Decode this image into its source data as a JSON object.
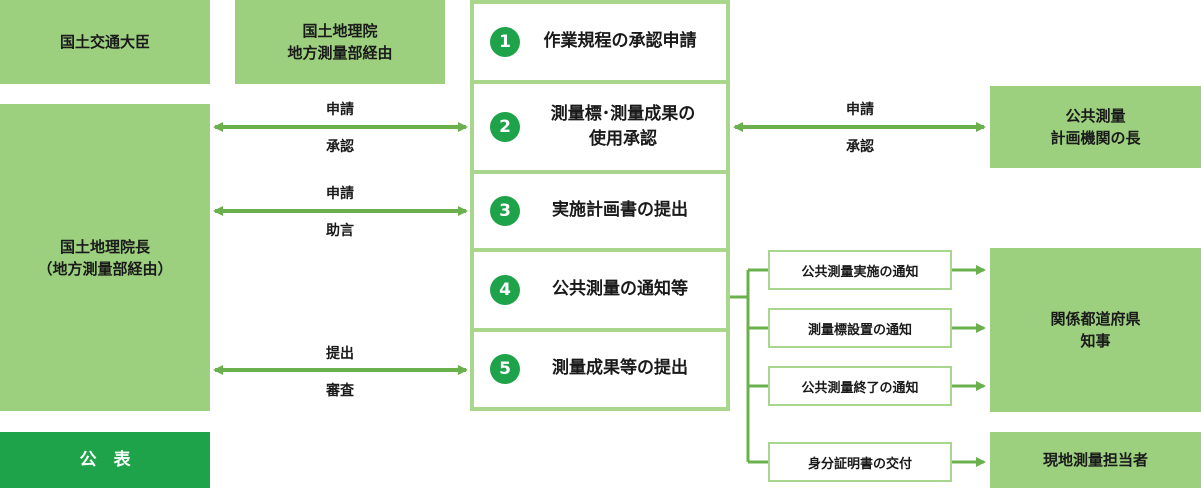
{
  "left_top": {
    "minister": "国土交通大臣",
    "gsi_regional_1": "国土地理院",
    "gsi_regional_2": "地方測量部経由"
  },
  "gsi_head": {
    "line1": "国土地理院長",
    "line2": "（地方測量部経由）"
  },
  "public_announce": "公　表",
  "steps": [
    {
      "num": "1",
      "text": "作業規程の承認申請"
    },
    {
      "num": "2",
      "text_line1": "測量標･測量成果の",
      "text_line2": "使用承認"
    },
    {
      "num": "3",
      "text": "実施計画書の提出"
    },
    {
      "num": "4",
      "text": "公共測量の通知等"
    },
    {
      "num": "5",
      "text": "測量成果等の提出"
    }
  ],
  "arrows_left": [
    {
      "top": "申請",
      "bottom": "承認"
    },
    {
      "top": "申請",
      "bottom": "助言"
    },
    {
      "top": "提出",
      "bottom": "審査"
    }
  ],
  "arrow_right": {
    "top": "申請",
    "bottom": "承認"
  },
  "right_boxes": {
    "planning_head_1": "公共測量",
    "planning_head_2": "計画機関の長",
    "governor_1": "関係都道府県",
    "governor_2": "知事",
    "local_staff": "現地測量担当者"
  },
  "notices": [
    "公共測量実施の通知",
    "測量標設置の通知",
    "公共測量終了の通知",
    "身分証明書の交付"
  ],
  "colors": {
    "light_green": "#9ccf7e",
    "dark_green": "#1fa34a",
    "outline": "#a9d68d",
    "arrow": "#6ab04c"
  }
}
